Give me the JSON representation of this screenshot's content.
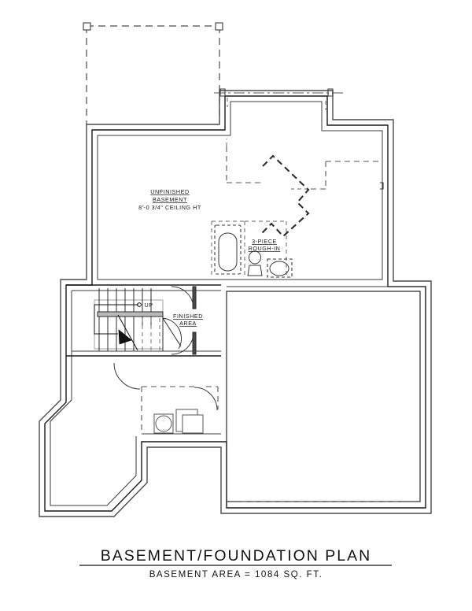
{
  "document": {
    "type": "architectural-floor-plan",
    "sheet_title": "BASEMENT/FOUNDATION  PLAN",
    "sheet_subtitle": "BASEMENT AREA  =  1084 SQ. FT."
  },
  "labels": {
    "unfinished_line1": "UNFINISHED",
    "unfinished_line2": "BASEMENT",
    "ceiling_height": "8'-0 3/4\" CEILING HT",
    "bath_line1": "3-PIECE",
    "bath_line2": "ROUGH-IN",
    "finished_line1": "FINISHED",
    "finished_line2": "AREA",
    "stair_direction": "UP"
  },
  "rooms": [
    {
      "name": "unfinished-basement",
      "label": "UNFINISHED BASEMENT",
      "ceiling_height": "8'-0 3/4\""
    },
    {
      "name": "three-piece-bath-rough-in",
      "label": "3-PIECE ROUGH-IN"
    },
    {
      "name": "finished-area",
      "label": "FINISHED AREA"
    },
    {
      "name": "garage-slab",
      "label": ""
    },
    {
      "name": "bay-alcove",
      "label": ""
    }
  ],
  "fixtures": [
    {
      "name": "bathtub",
      "type": "tub"
    },
    {
      "name": "toilet",
      "type": "wc"
    },
    {
      "name": "sink",
      "type": "lavatory"
    },
    {
      "name": "furnace",
      "type": "mechanical"
    },
    {
      "name": "water-heater",
      "type": "mechanical"
    }
  ],
  "colors": {
    "background": "#ffffff",
    "wall_dark": "#1a1a1a",
    "wall_mid": "#4a4a4a",
    "hidden": "#555555",
    "stair_rail": "#b9b9b9",
    "text": "#111111"
  },
  "area": {
    "value": 1084,
    "unit": "SQ. FT."
  }
}
